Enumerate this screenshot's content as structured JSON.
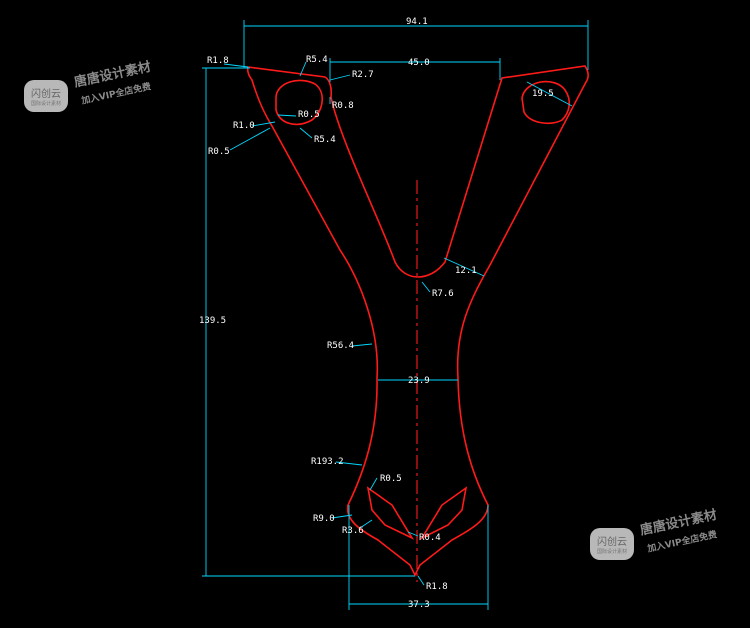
{
  "dimensions": {
    "top_width": "94.1",
    "inner_width": "45.0",
    "height": "139.5",
    "waist_width": "23.9",
    "bottom_width": "37.3",
    "fork_hole": "19.5",
    "arm_width": "12.1",
    "r_top_left": "R1.8",
    "r_54_top": "R5.4",
    "r_27": "R2.7",
    "r_08": "R0.8",
    "r_05_a": "R0.5",
    "r_10": "R1.0",
    "r_05_b": "R0.5",
    "r_54_bottom": "R5.4",
    "r_76": "R7.6",
    "r_564": "R56.4",
    "r_1932": "R193.2",
    "r_05_c": "R0.5",
    "r_90": "R9.0",
    "r_36": "R3.6",
    "r_04": "R0.4",
    "r_18_bottom": "R1.8"
  },
  "watermarks": [
    {
      "badge": "闪创云",
      "badge_sub": "国际设计素材",
      "title": "唐唐设计素材",
      "subtitle": "加入VIP全店免费"
    },
    {
      "badge": "闪创云",
      "badge_sub": "国际设计素材",
      "title": "唐唐设计素材",
      "subtitle": "加入VIP全店免费"
    }
  ]
}
